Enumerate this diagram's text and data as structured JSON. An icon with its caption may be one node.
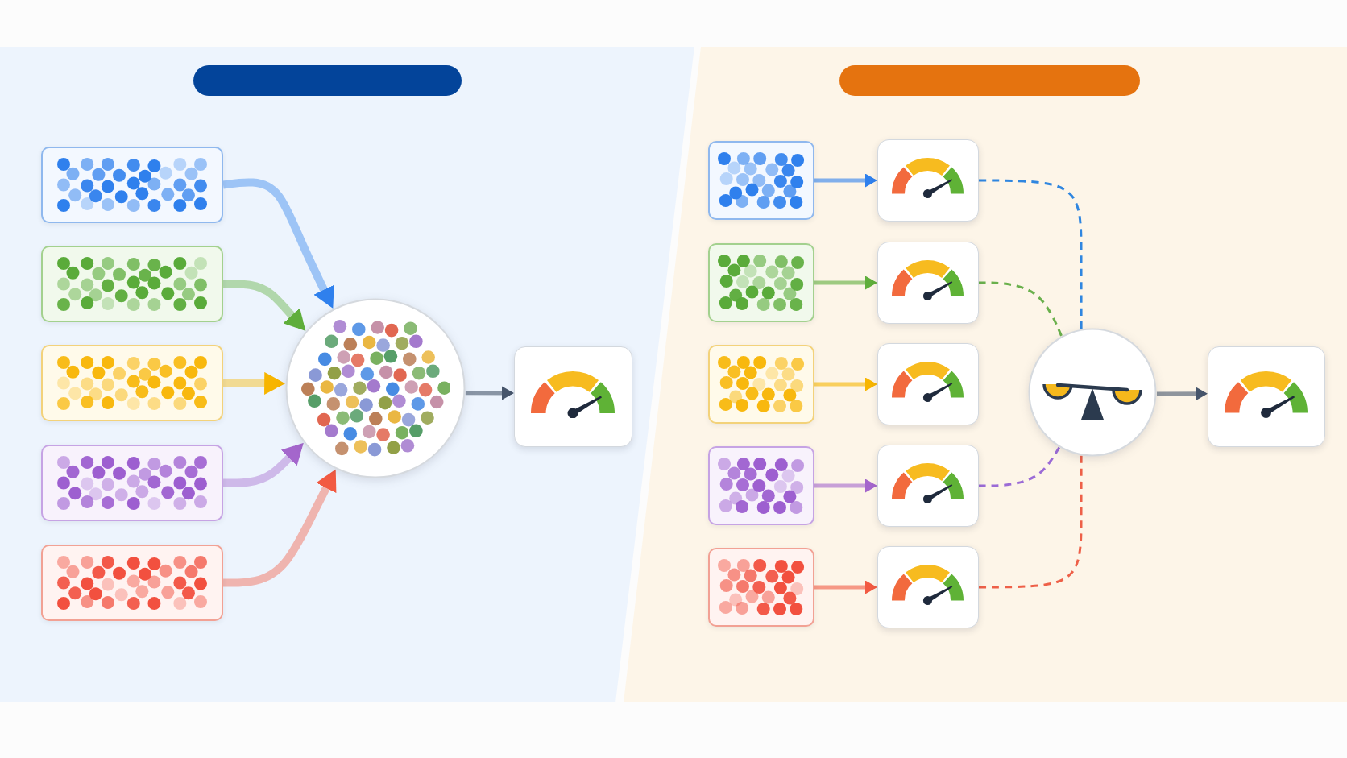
{
  "diagram": {
    "nodes": [
      {
        "text": [],
        "shape": "box"
      },
      {
        "text": [],
        "shape": "box"
      },
      {
        "text": [],
        "shape": "box"
      },
      {
        "text": [],
        "shape": "box"
      },
      {
        "text": [],
        "shape": "box"
      },
      {
        "text": [],
        "shape": "circle"
      },
      {
        "text": [],
        "shape": "box"
      },
      {
        "text": [],
        "shape": "box"
      },
      {
        "text": [],
        "shape": "box"
      },
      {
        "text": [],
        "shape": "box"
      },
      {
        "text": [],
        "shape": "box"
      },
      {
        "text": [],
        "shape": "box"
      },
      {
        "text": [],
        "shape": "box"
      },
      {
        "text": [],
        "shape": "box"
      },
      {
        "text": [],
        "shape": "box"
      },
      {
        "text": [],
        "shape": "box"
      },
      {
        "text": [],
        "shape": "box"
      },
      {
        "text": [],
        "shape": "circle"
      },
      {
        "text": [],
        "shape": "box"
      }
    ],
    "edges": [
      {
        "from": 0,
        "to": 5,
        "arrow": "to",
        "style": "thick",
        "color": "#2f80ed"
      },
      {
        "from": 1,
        "to": 5,
        "arrow": "to",
        "style": "thick",
        "color": "#5fae3b"
      },
      {
        "from": 2,
        "to": 5,
        "arrow": "to",
        "style": "thick",
        "color": "#f7b500"
      },
      {
        "from": 3,
        "to": 5,
        "arrow": "to",
        "style": "thick",
        "color": "#a466cc"
      },
      {
        "from": 4,
        "to": 5,
        "arrow": "to",
        "style": "thick",
        "color": "#f25a42"
      },
      {
        "from": 5,
        "to": 6,
        "arrow": "to",
        "color": "#46556b"
      },
      {
        "from": 7,
        "to": 12,
        "arrow": "to",
        "color": "#2f80ed"
      },
      {
        "from": 8,
        "to": 13,
        "arrow": "to",
        "color": "#5fae3b"
      },
      {
        "from": 9,
        "to": 14,
        "arrow": "to",
        "color": "#f7b500"
      },
      {
        "from": 10,
        "to": 15,
        "arrow": "to",
        "color": "#a466cc"
      },
      {
        "from": 11,
        "to": 16,
        "arrow": "to",
        "color": "#f25a42"
      },
      {
        "from": 12,
        "to": 17,
        "arrow": "none",
        "style": "dashed",
        "color": "#2f86e0"
      },
      {
        "from": 13,
        "to": 17,
        "arrow": "none",
        "style": "dashed",
        "color": "#6ab04c"
      },
      {
        "from": 15,
        "to": 17,
        "arrow": "none",
        "style": "dashed",
        "color": "#9b6bd6"
      },
      {
        "from": 16,
        "to": 17,
        "arrow": "none",
        "style": "dashed",
        "color": "#ee6048"
      },
      {
        "from": 17,
        "to": 18,
        "arrow": "to",
        "color": "#46556b"
      }
    ]
  }
}
